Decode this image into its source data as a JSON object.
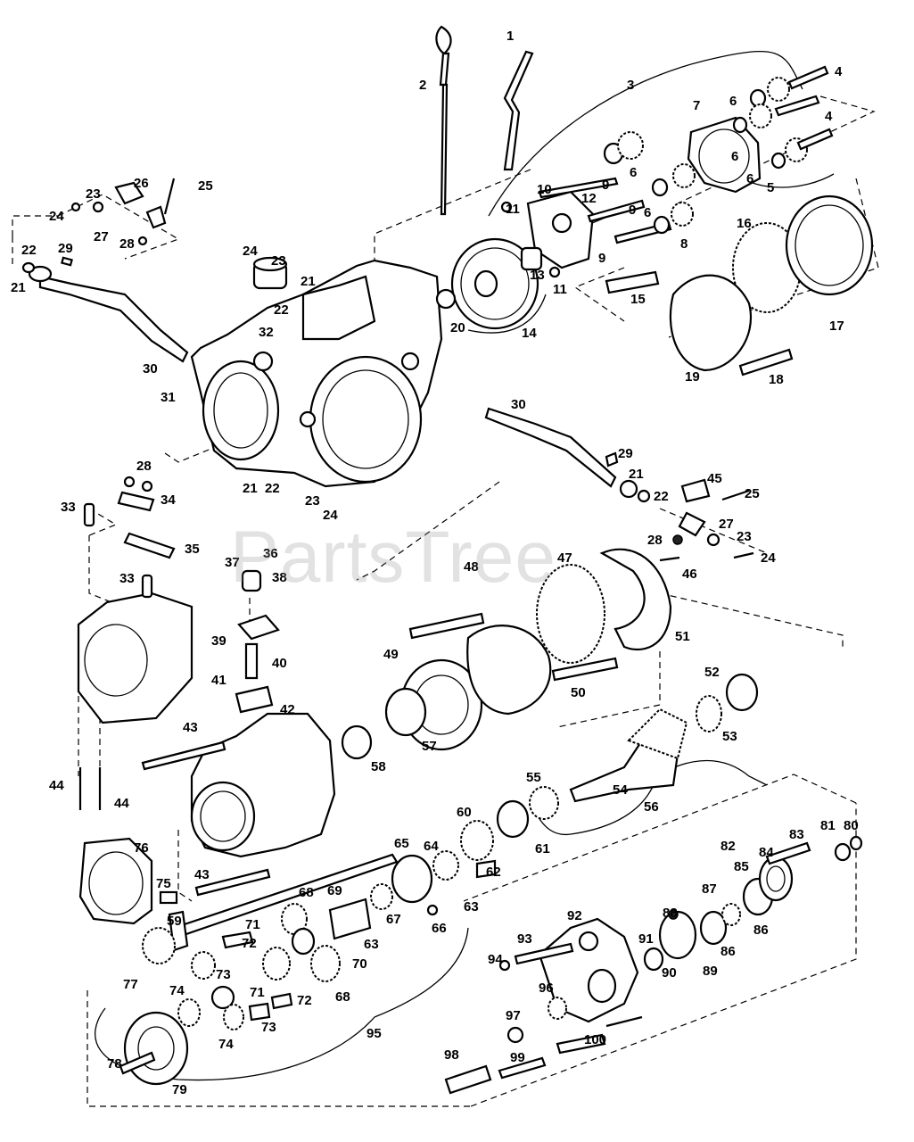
{
  "watermark": "PartsTree",
  "callouts": [
    "1",
    "2",
    "3",
    "4",
    "5",
    "6",
    "7",
    "8",
    "9",
    "10",
    "11",
    "12",
    "13",
    "14",
    "15",
    "16",
    "17",
    "18",
    "19",
    "20",
    "21",
    "22",
    "23",
    "24",
    "25",
    "26",
    "27",
    "28",
    "29",
    "30",
    "31",
    "32",
    "33",
    "34",
    "35",
    "36",
    "37",
    "38",
    "39",
    "40",
    "41",
    "42",
    "43",
    "44",
    "45",
    "46",
    "47",
    "48",
    "49",
    "50",
    "51",
    "52",
    "53",
    "54",
    "55",
    "56",
    "57",
    "58",
    "59",
    "60",
    "61",
    "62",
    "63",
    "64",
    "65",
    "66",
    "67",
    "68",
    "69",
    "70",
    "71",
    "72",
    "73",
    "74",
    "75",
    "76",
    "77",
    "78",
    "79",
    "80",
    "81",
    "82",
    "83",
    "84",
    "85",
    "86",
    "87",
    "88",
    "89",
    "90",
    "91",
    "92",
    "93",
    "94",
    "95",
    "96",
    "97",
    "98",
    "99",
    "100"
  ]
}
